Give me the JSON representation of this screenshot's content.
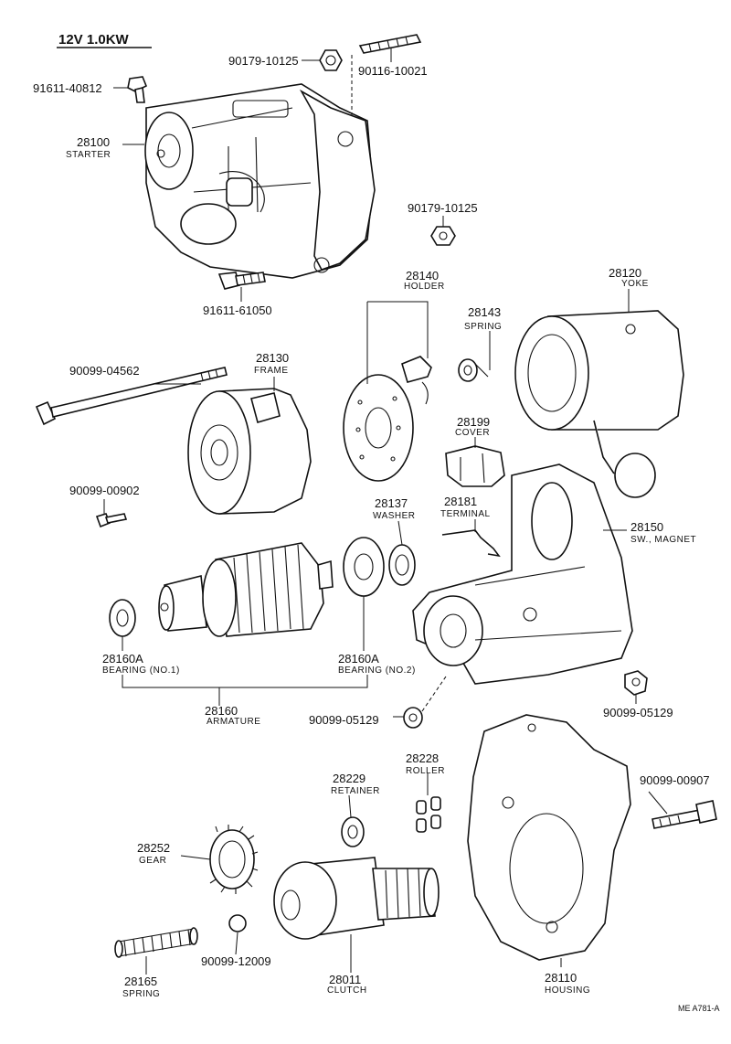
{
  "title": "12V 1.0KW",
  "footer_code": "ME  A781-A",
  "callouts": [
    {
      "id": "90179-10125-top",
      "number": "90179-10125",
      "name": ""
    },
    {
      "id": "90116-10021",
      "number": "90116-10021",
      "name": ""
    },
    {
      "id": "91611-40812",
      "number": "91611-40812",
      "name": ""
    },
    {
      "id": "28100",
      "number": "28100",
      "name": "STARTER"
    },
    {
      "id": "90179-10125-mid",
      "number": "90179-10125",
      "name": ""
    },
    {
      "id": "91611-61050",
      "number": "91611-61050",
      "name": ""
    },
    {
      "id": "28140",
      "number": "28140",
      "name": "HOLDER"
    },
    {
      "id": "28120",
      "number": "28120",
      "name": "YOKE"
    },
    {
      "id": "28143",
      "number": "28143",
      "name": "SPRING"
    },
    {
      "id": "90099-04562",
      "number": "90099-04562",
      "name": ""
    },
    {
      "id": "28130",
      "number": "28130",
      "name": "FRAME"
    },
    {
      "id": "28199",
      "number": "28199",
      "name": "COVER"
    },
    {
      "id": "90099-00902",
      "number": "90099-00902",
      "name": ""
    },
    {
      "id": "28137",
      "number": "28137",
      "name": "WASHER"
    },
    {
      "id": "28181",
      "number": "28181",
      "name": "TERMINAL"
    },
    {
      "id": "28150",
      "number": "28150",
      "name": "SW., MAGNET"
    },
    {
      "id": "28160A-1",
      "number": "28160A",
      "name": "BEARING (NO.1)"
    },
    {
      "id": "28160A-2",
      "number": "28160A",
      "name": "BEARING (NO.2)"
    },
    {
      "id": "28160",
      "number": "28160",
      "name": "ARMATURE"
    },
    {
      "id": "90099-05129-left",
      "number": "90099-05129",
      "name": ""
    },
    {
      "id": "90099-05129-right",
      "number": "90099-05129",
      "name": ""
    },
    {
      "id": "28229",
      "number": "28229",
      "name": "RETAINER"
    },
    {
      "id": "28228",
      "number": "28228",
      "name": "ROLLER"
    },
    {
      "id": "90099-00907",
      "number": "90099-00907",
      "name": ""
    },
    {
      "id": "28252",
      "number": "28252",
      "name": "GEAR"
    },
    {
      "id": "90099-12009",
      "number": "90099-12009",
      "name": ""
    },
    {
      "id": "28165",
      "number": "28165",
      "name": "SPRING"
    },
    {
      "id": "28011",
      "number": "28011",
      "name": "CLUTCH"
    },
    {
      "id": "28110",
      "number": "28110",
      "name": "HOUSING"
    }
  ]
}
